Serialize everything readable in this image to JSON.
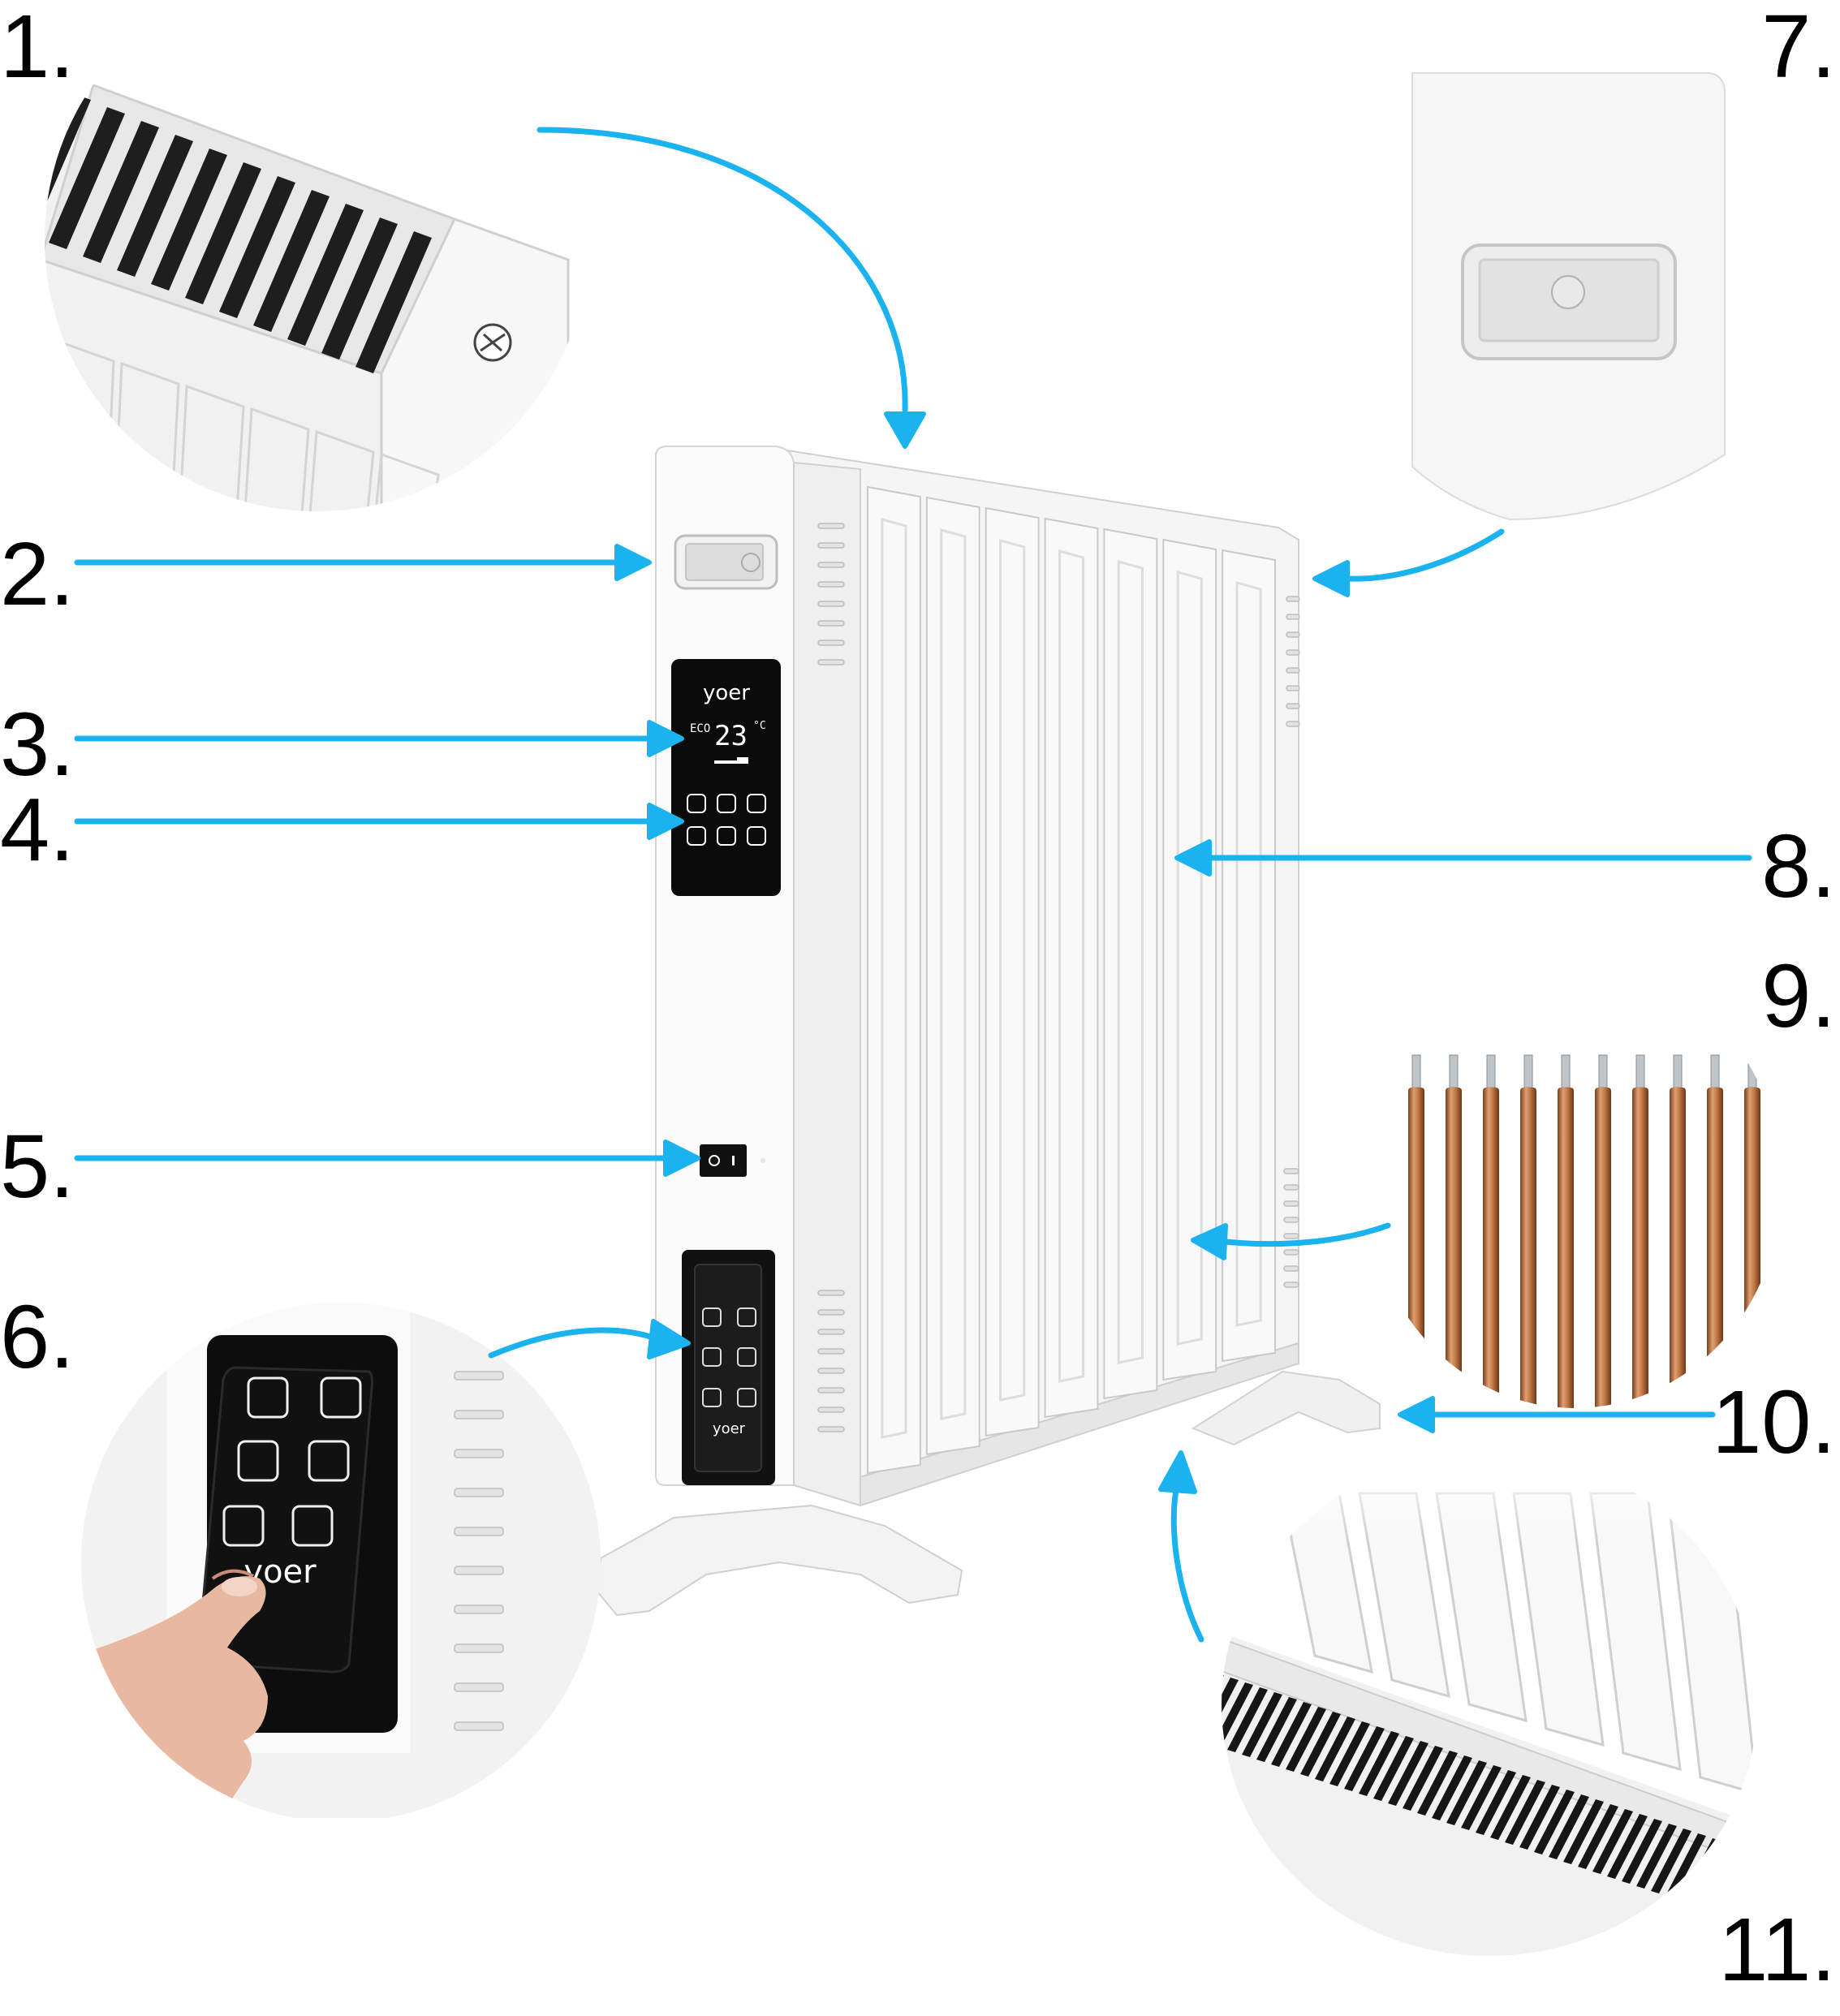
{
  "callouts": {
    "n1": "1.",
    "n2": "2.",
    "n3": "3.",
    "n4": "4.",
    "n5": "5.",
    "n6": "6.",
    "n7": "7.",
    "n8": "8.",
    "n9": "9.",
    "n10": "10.",
    "n11": "11."
  },
  "heater": {
    "brand": "yoer",
    "display_mode": "ECO",
    "display_temp": "23",
    "display_unit": "°C",
    "remote_brand": "yoer",
    "fin_count": 7
  },
  "colors": {
    "accent": "#1ab3f0",
    "panel": "#0b0b0b",
    "body": "#f4f4f4",
    "copper": "#b8703f"
  },
  "icons": {
    "control_panel": [
      "info-icon",
      "plus-icon",
      "power-level-icon",
      "timer-icon",
      "minus-icon",
      "power-icon"
    ],
    "remote": [
      "power-level-icon",
      "power-icon",
      "timer-icon",
      "thermometer-icon",
      "plus-icon",
      "minus-icon"
    ]
  }
}
